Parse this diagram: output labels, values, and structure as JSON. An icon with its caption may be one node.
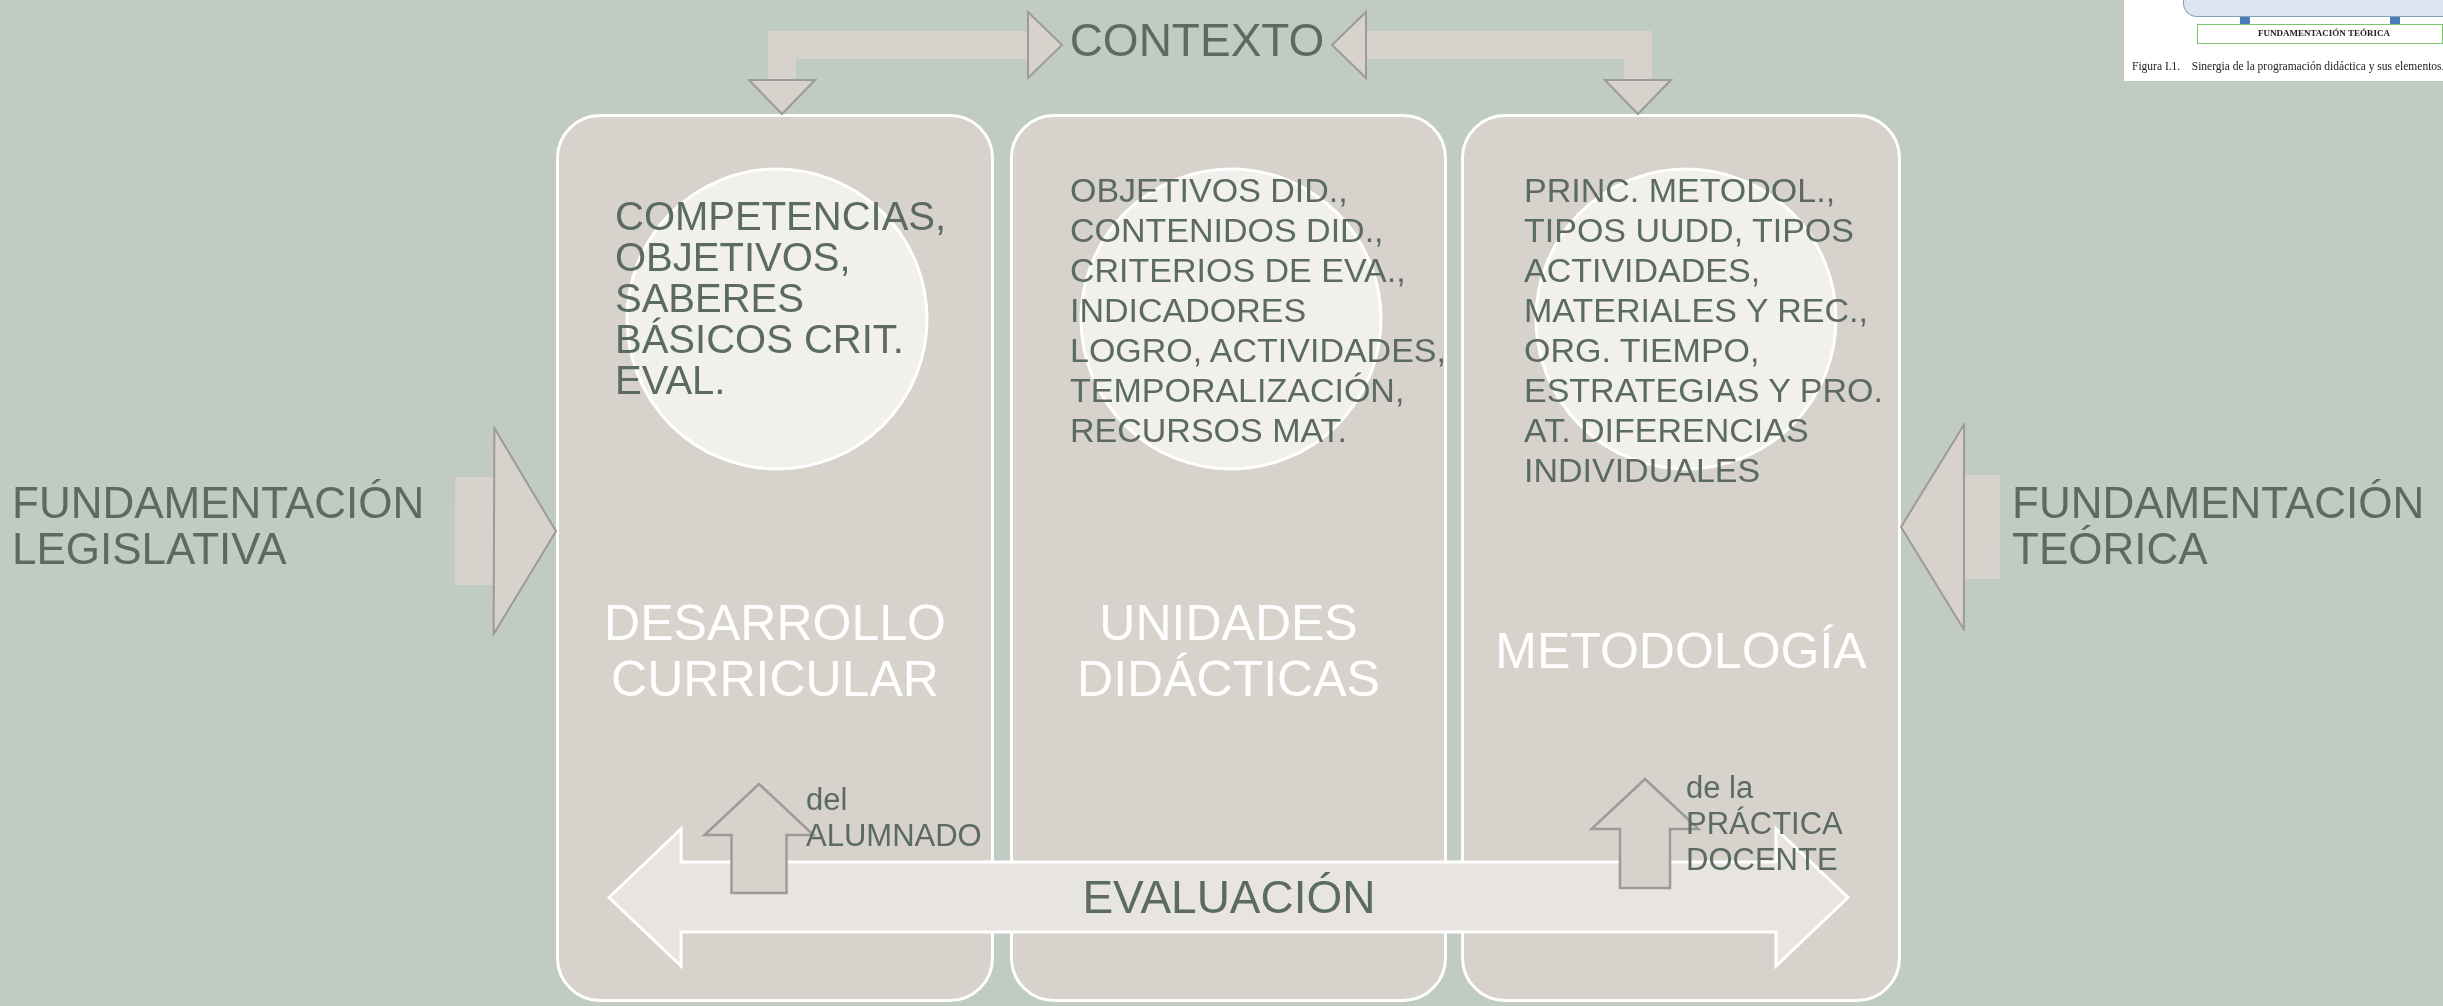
{
  "diagram": {
    "nodes": [
      {
        "text": [
          "CONTEXTO"
        ]
      },
      {
        "text": [
          "DESARROLLO CURRICULAR"
        ]
      },
      {
        "text": [
          "COMPETENCIAS, OBJETIVOS, SABERES BÁSICOS CRIT. EVAL."
        ],
        "in": 1
      },
      {
        "text": [
          "UNIDADES DIDÁCTICAS"
        ]
      },
      {
        "text": [
          "OBJETIVOS DID., CONTENIDOS DID., CRITERIOS DE EVA., INDICADORES LOGRO, ACTIVIDADES, TEMPORALIZACIÓN, RECURSOS MAT."
        ],
        "in": 3
      },
      {
        "text": [
          "METODOLOGÍA"
        ]
      },
      {
        "text": [
          "PRINC. METODOL., TIPOS UUDD, TIPOS ACTIVIDADES, MATERIALES Y REC., ORG. TIEMPO, ESTRATEGIAS Y PRO. AT. DIFERENCIAS INDIVIDUALES"
        ],
        "in": 5
      },
      {
        "text": [
          "FUNDAMENTACIÓN LEGISLATIVA"
        ]
      },
      {
        "text": [
          "FUNDAMENTACIÓN TEÓRICA"
        ]
      },
      {
        "text": [
          "EVALUACIÓN"
        ]
      },
      {
        "text": [],
        "shape": "box"
      },
      {
        "text": [
          "FUNDAMENTACIÓN TEÓRICA"
        ]
      }
    ],
    "edges": [
      {
        "from": 0,
        "to": 1,
        "arrow": "both"
      },
      {
        "from": 0,
        "to": 5,
        "arrow": "both"
      },
      {
        "from": 7,
        "to": 1,
        "arrow": "to",
        "style": "thick"
      },
      {
        "from": 8,
        "to": 5,
        "arrow": "to",
        "style": "thick"
      },
      {
        "from": 11,
        "to": 10,
        "arrow": "to",
        "color": "#4a7ebb"
      },
      {
        "from": 11,
        "to": 10,
        "arrow": "to",
        "color": "#4a7ebb"
      }
    ],
    "labels": [
      "del ALUMNADO",
      "de la PRÁCTICA DOCENTE",
      "Figura I.1.    Sinergia de la programación didáctica y sus elementos."
    ]
  }
}
